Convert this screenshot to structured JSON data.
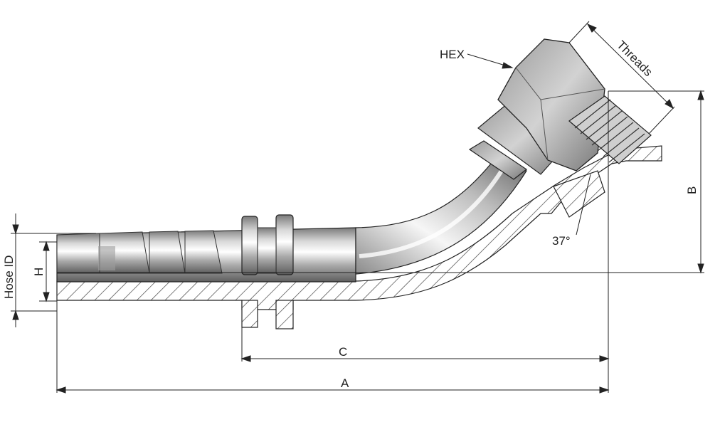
{
  "labels": {
    "hex": "HEX",
    "threads": "Threads",
    "b": "B",
    "angle": "37°",
    "hose_id": "Hose ID",
    "h": "H",
    "c": "C",
    "a": "A"
  },
  "colors": {
    "line": "#222222",
    "metal_light": "#f4f4f4",
    "metal_mid": "#b9b9b9",
    "metal_dark": "#6f6f6f",
    "section_fill": "#cfcfcf",
    "hatch": "#555555"
  }
}
